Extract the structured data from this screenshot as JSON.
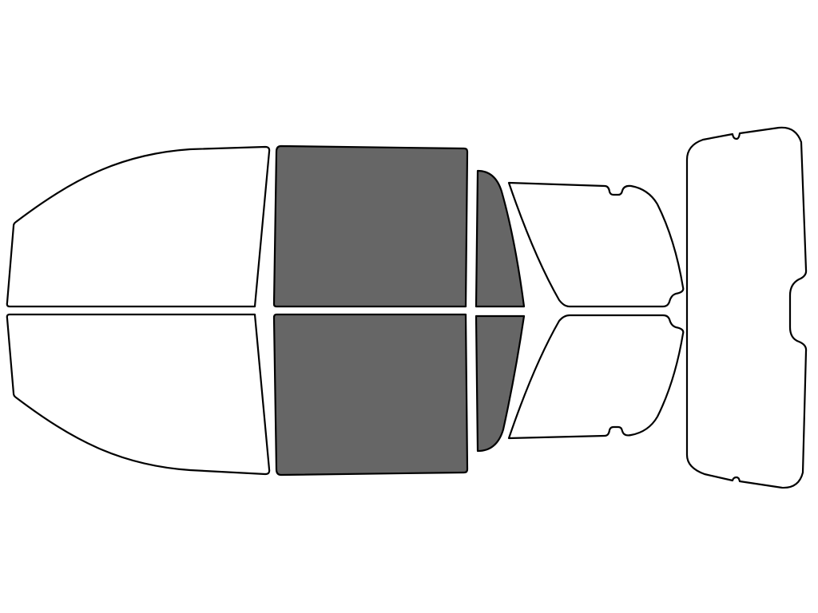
{
  "diagram": {
    "background": "#ffffff",
    "outline_color": "#000000",
    "panes": [
      {
        "id": "front-door-window-upper",
        "fill": "#ffffff",
        "selected": false
      },
      {
        "id": "front-door-window-lower",
        "fill": "#ffffff",
        "selected": false
      },
      {
        "id": "rear-door-window-upper",
        "fill": "#666666",
        "selected": true
      },
      {
        "id": "rear-door-window-lower",
        "fill": "#666666",
        "selected": true
      },
      {
        "id": "rear-quarter-window-upper",
        "fill": "#666666",
        "selected": true
      },
      {
        "id": "rear-quarter-window-lower",
        "fill": "#666666",
        "selected": true
      },
      {
        "id": "rear-side-window-upper",
        "fill": "#ffffff",
        "selected": false
      },
      {
        "id": "rear-side-window-lower",
        "fill": "#ffffff",
        "selected": false
      },
      {
        "id": "rear-windshield",
        "fill": "#ffffff",
        "selected": false
      }
    ]
  }
}
